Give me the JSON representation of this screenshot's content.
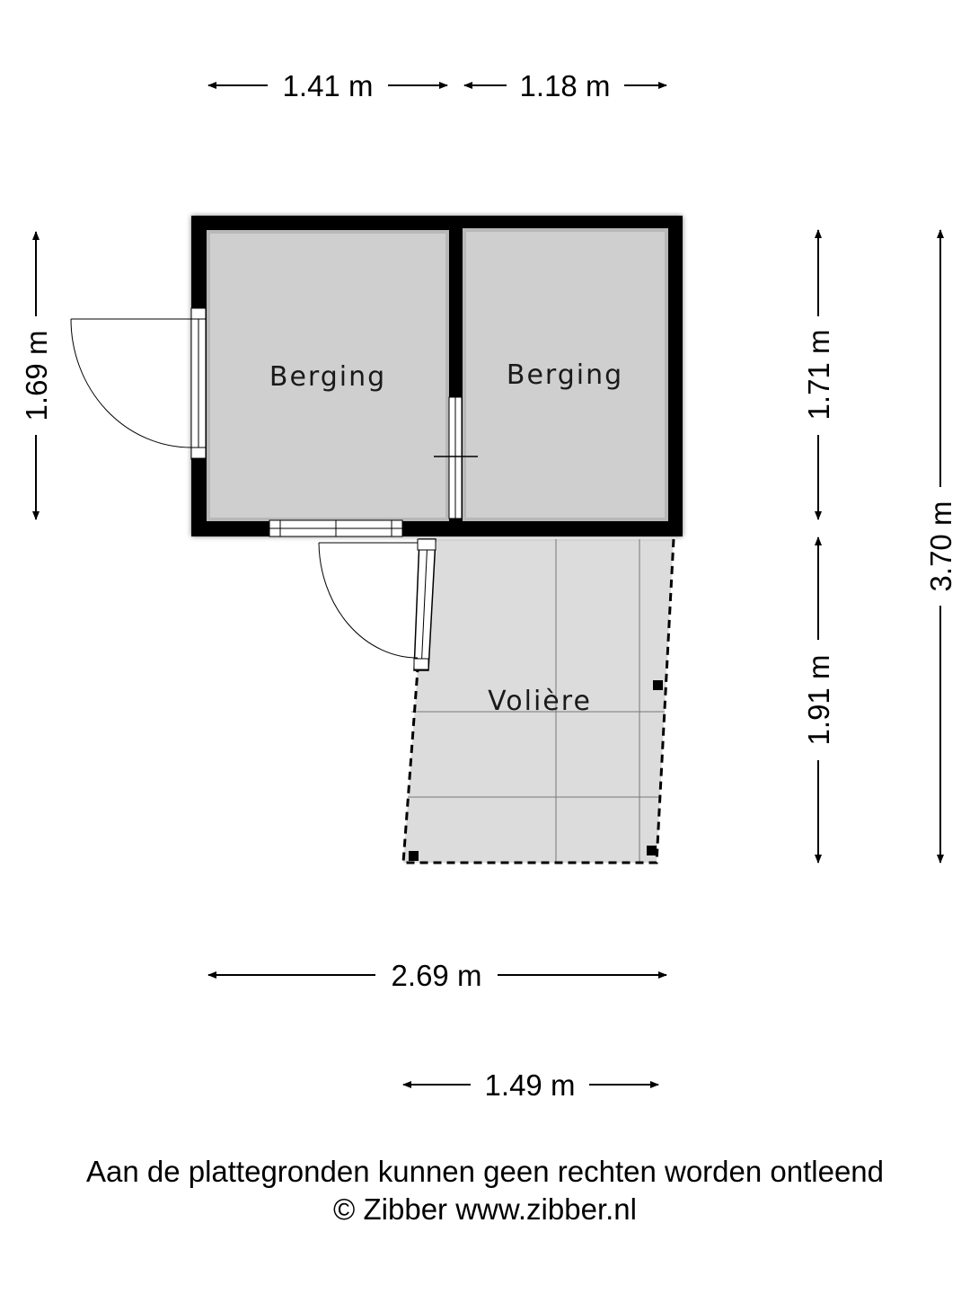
{
  "dimensions": {
    "top_left": "1.41 m",
    "top_right": "1.18 m",
    "left_height": "1.69 m",
    "right_upper": "1.71 m",
    "right_lower": "1.91 m",
    "right_total": "3.70 m",
    "bottom_width": "2.69 m",
    "bottom_voliere": "1.49 m"
  },
  "rooms": {
    "berging_left": "Berging",
    "berging_right": "Berging",
    "voliere": "Volière"
  },
  "footer": {
    "disclaimer": "Aan de plattegronden kunnen geen rechten worden ontleend",
    "copyright": "© Zibber www.zibber.nl"
  }
}
